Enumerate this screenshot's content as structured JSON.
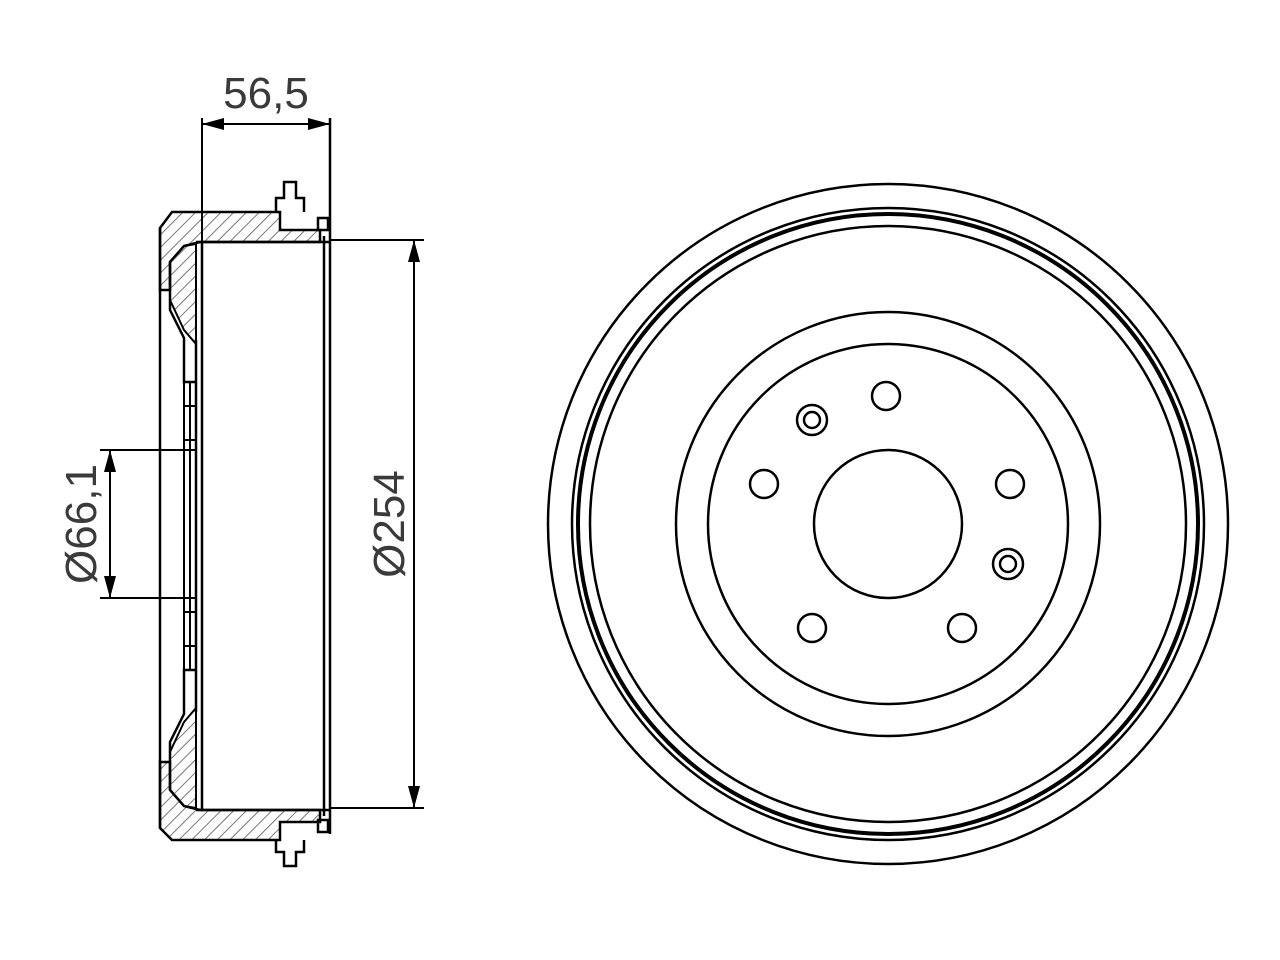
{
  "drawing": {
    "dimensions": {
      "width": "56,5",
      "hub_bore_diameter": "Ø66,1",
      "drum_diameter": "Ø254"
    },
    "colors": {
      "line": "#000000",
      "hatch": "#555555",
      "text": "#3a3a3a",
      "background": "#ffffff"
    }
  }
}
